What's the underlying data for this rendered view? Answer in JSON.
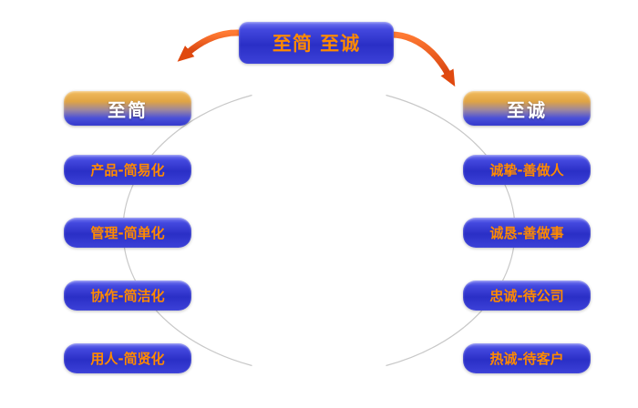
{
  "title_box": {
    "label": "至简 至诚"
  },
  "left": {
    "header": "至简",
    "items": [
      "产品-简易化",
      "管理-简单化",
      "协作-简洁化",
      "用人-简贤化"
    ]
  },
  "right": {
    "header": "至诚",
    "items": [
      "诚挚-善做人",
      "诚恳-善做事",
      "忠诚-待公司",
      "热诚-待客户"
    ]
  },
  "colors": {
    "node_blue": "#2E33CC",
    "text_orange": "#FF8A00",
    "header_gold": "#E0A444",
    "header_text": "#FFFFFF",
    "arrow_orange_red": "#E8501E",
    "arc_gray": "#C8C8C8",
    "background": "#FFFFFF"
  }
}
